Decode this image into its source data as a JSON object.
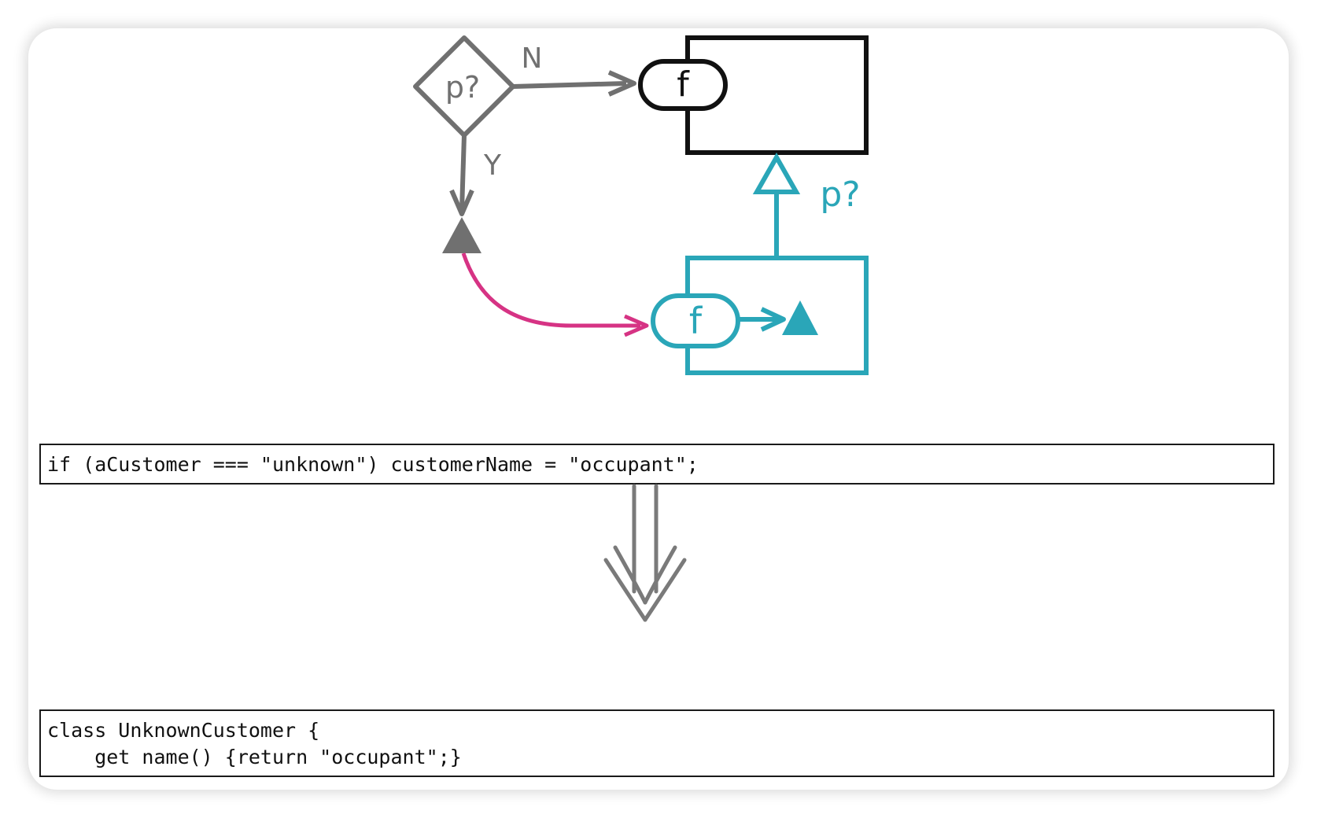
{
  "diagram": {
    "decision_label": "p?",
    "branch_no": "N",
    "branch_yes": "Y",
    "function_label_top": "f",
    "function_label_bottom": "f",
    "subclass_condition": "p?"
  },
  "colors": {
    "gray": "#707070",
    "black": "#111111",
    "teal": "#2aa6b8",
    "magenta": "#d63384"
  },
  "code_before": {
    "lines": [
      "if (aCustomer === \"unknown\") customerName = \"occupant\";"
    ]
  },
  "transform_icon": "double-down-arrow-icon",
  "code_after": {
    "lines": [
      "class UnknownCustomer {",
      "    get name() {return \"occupant\";}"
    ]
  }
}
